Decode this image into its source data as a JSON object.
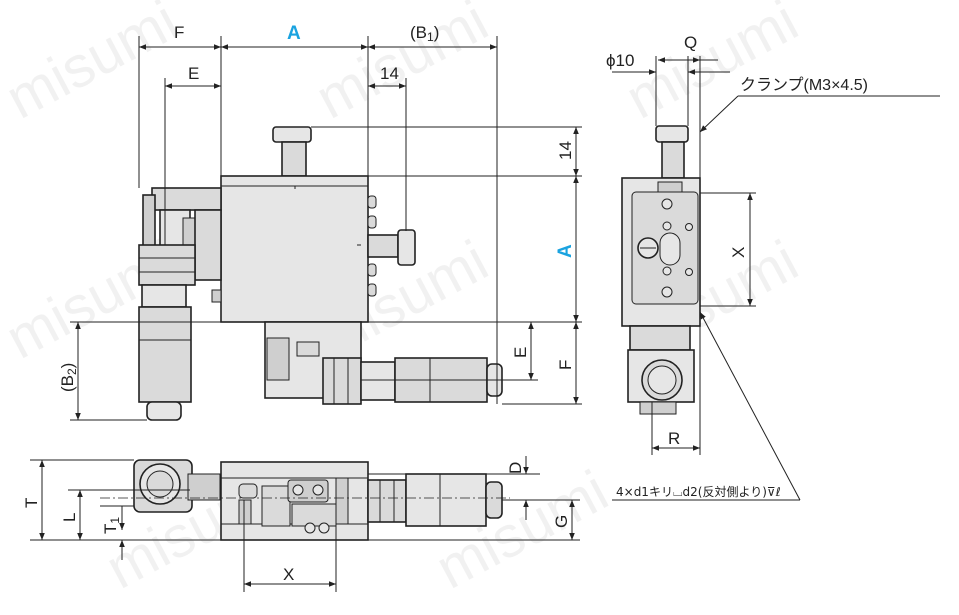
{
  "watermark": "misumi",
  "dimensions": {
    "F": "F",
    "A": "A",
    "B1_main": "(B",
    "B1_sub": "1",
    "B1_close": ")",
    "E": "E",
    "d14_top": "14",
    "d14_side": "14",
    "A_side": "A",
    "E_side": "E",
    "F_side": "F",
    "B2_main": "(B",
    "B2_sub": "2",
    "B2_close": ")",
    "phi10": "ϕ10",
    "Q": "Q",
    "X_right": "X",
    "R": "R",
    "T": "T",
    "L": "L",
    "T1_main": "T",
    "T1_sub": "1",
    "D": "D",
    "G": "G",
    "X_bottom": "X"
  },
  "clamp_label": "クランプ(M3×4.5)",
  "hole_note": "4×d1キリ⌴d2(反対側より)⊽ℓ",
  "colors": {
    "line": "#222222",
    "body_fill": "#e6e6e6",
    "accent": "#1aa3e0"
  }
}
